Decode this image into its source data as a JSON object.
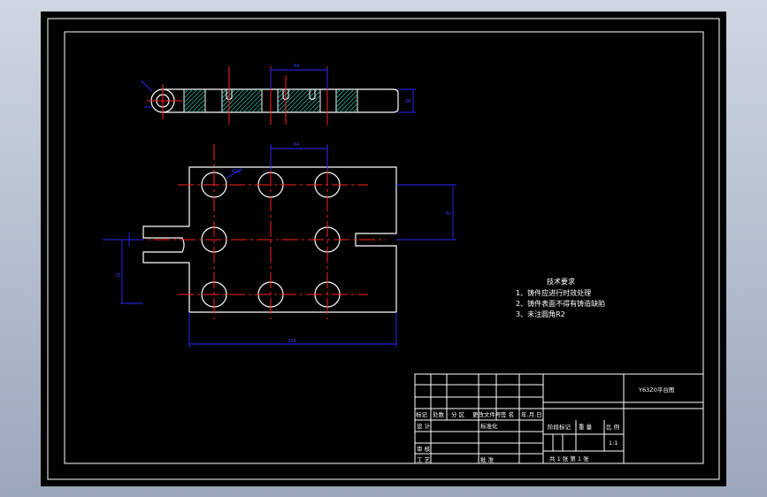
{
  "tech_requirements": {
    "title": "技术要求",
    "items": [
      "1、铸件应进行时效处理",
      "2、铸件表面不得有铸造缺陷",
      "3、未注圆角R2"
    ]
  },
  "title_block": {
    "drawing_name": "Y63Z0平台图",
    "scale": "1:1",
    "row_labels": {
      "mark": "标记",
      "count": "处数",
      "zone": "分 区",
      "change_no": "更改文件号",
      "signature": "签 名",
      "date": "年.月.日",
      "design": "设 计",
      "standardize": "标准化",
      "review": "审 核",
      "process": "工 艺",
      "approve": "批 准",
      "stage_mark": "阶段标记",
      "weight": "重 量",
      "scale_label": "比 例",
      "sheets": "共  1  张    第  1  张"
    }
  },
  "colors": {
    "outline": "#ffffff",
    "center_line": "#ff2020",
    "dimension": "#2a2aff",
    "hatch": "#2bb7a4",
    "background": "#000000"
  }
}
